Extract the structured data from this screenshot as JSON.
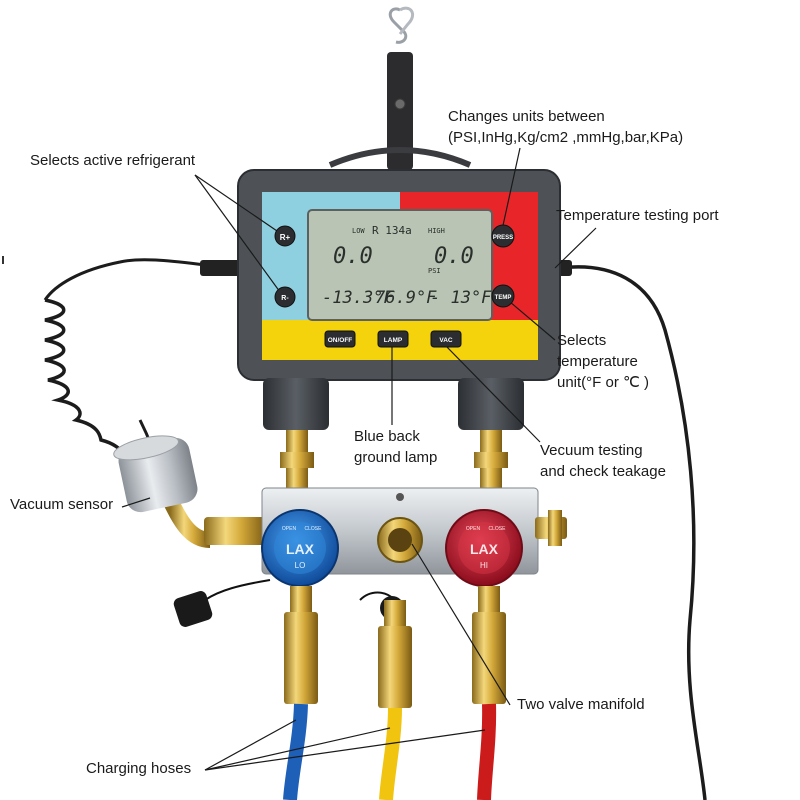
{
  "labels": {
    "press_units_line1": "Changes units between",
    "press_units_line2": "(PSI,InHg,Kg/cm2 ,mmHg,bar,KPa)",
    "refrigerant": "Selects active refrigerant",
    "temp_port": "Temperature testing port",
    "selects_temp_1": "Selects",
    "selects_temp_2": "temperature",
    "selects_temp_3": "unit(°F or ℃ )",
    "blue_lamp_1": "Blue back",
    "blue_lamp_2": "ground lamp",
    "vacuum_test_1": "Vecuum testing",
    "vacuum_test_2": "and check teakage",
    "vacuum_sensor": "Vacuum sensor",
    "two_valve": "Two valve manifold",
    "charging_hoses": "Charging hoses"
  },
  "device": {
    "buttons": {
      "r_plus": "R+",
      "r_minus": "R-",
      "press": "PRESS",
      "temp": "TEMP",
      "on_off": "ON/OFF",
      "lamp": "LAMP",
      "vac": "VAC"
    },
    "lcd": {
      "low": "LOW",
      "refrigerant": "R 134a",
      "high": "HIGH",
      "low_pressure": "0.0",
      "high_pressure": "0.0",
      "psi": "PSI",
      "low_temp": "-13.3°F",
      "mid_temp": "76.9°F",
      "high_temp": "- 13°F"
    },
    "valve_low": {
      "brand": "LAX",
      "label": "LO",
      "open": "OPEN",
      "close": "CLOSE"
    },
    "valve_high": {
      "brand": "LAX",
      "label": "HI",
      "open": "OPEN",
      "close": "CLOSE"
    }
  },
  "colors": {
    "panel_blue": "#8fd0e0",
    "panel_red": "#e8262a",
    "panel_yellow": "#f4d20c",
    "lcd": "#b9c4b4",
    "housing": "#4e5257",
    "hose_blue": "#1e5fb8",
    "hose_yellow": "#f1c40f",
    "hose_red": "#cc1b1b",
    "valve_blue": "#1f6fc4",
    "valve_red": "#c0142b"
  }
}
